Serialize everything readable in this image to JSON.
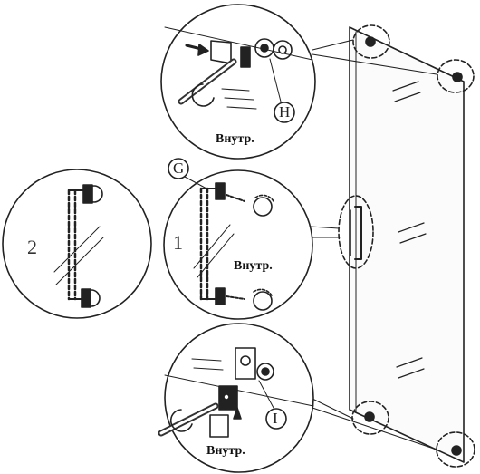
{
  "labels": {
    "inside_top": "Внутр.",
    "inside_middle": "Внутр.",
    "inside_bottom": "Внутр.",
    "step_1": "1",
    "step_2": "2",
    "part_g": "G",
    "part_h": "H",
    "part_i": "I"
  }
}
